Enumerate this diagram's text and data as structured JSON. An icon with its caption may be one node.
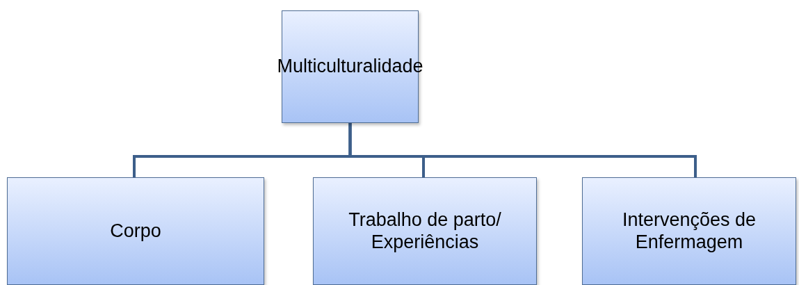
{
  "diagram": {
    "nodes": [
      {
        "text": [
          "Multiculturalidade"
        ]
      },
      {
        "text": [
          "Corpo"
        ]
      },
      {
        "text": [
          "Trabalho de parto/ Experiências"
        ]
      },
      {
        "text": [
          "Intervenções de Enfermagem"
        ]
      }
    ],
    "edges": [
      {
        "from": 0,
        "to": 1,
        "arrow": "none"
      },
      {
        "from": 0,
        "to": 2,
        "arrow": "none"
      },
      {
        "from": 0,
        "to": 3,
        "arrow": "none"
      }
    ]
  }
}
